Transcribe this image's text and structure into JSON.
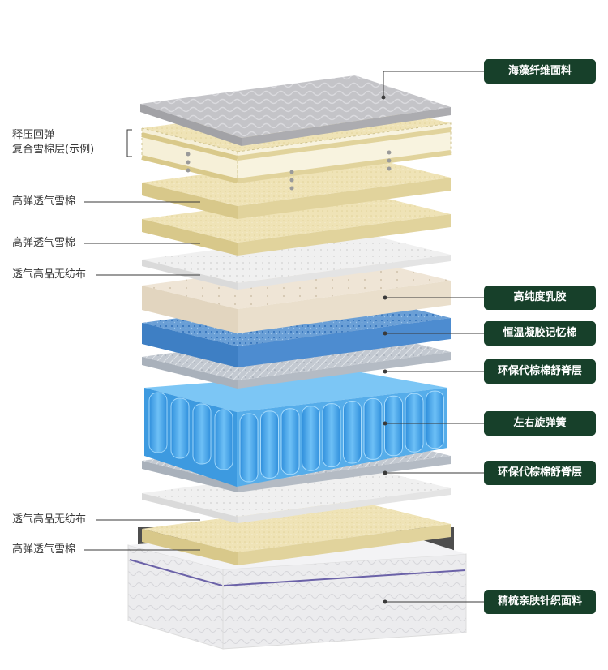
{
  "layers_right": [
    "海藻纤维面料",
    "高纯度乳胶",
    "恒温凝胶记忆棉",
    "环保代棕棉舒脊层",
    "左右旋弹簧",
    "环保代棕棉舒脊层",
    "精梳亲肤针织面料"
  ],
  "layers_left": [
    "释压回弹",
    "复合雪棉层(示例)",
    "高弹透气雪棉",
    "高弹透气雪棉",
    "透气高品无纺布",
    "透气高品无纺布",
    "高弹透气雪棉"
  ],
  "colors": {
    "badge_bg": "#17402a",
    "leader_line": "#3a3a3a",
    "fabric_top": "#b9b9bd",
    "foam_cream": "#efe2b4",
    "foam_edge": "#d9c98a",
    "nonwoven": "#eeeeee",
    "latex": "#ece0cf",
    "memory_gel": "#5a93cf",
    "palm_layer": "#bcc3cc",
    "spring_blue": "#3aa0e8"
  }
}
